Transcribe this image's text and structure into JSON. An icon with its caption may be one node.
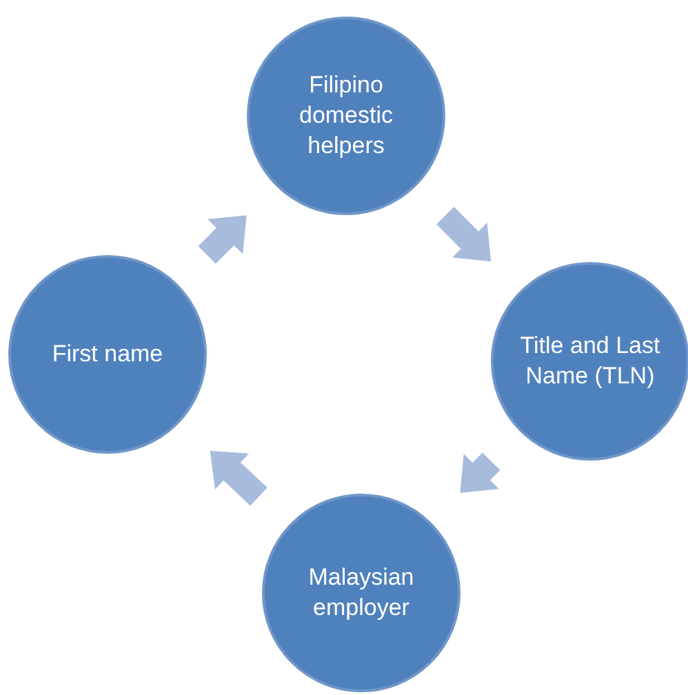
{
  "diagram": {
    "nodes": [
      {
        "text": [
          "Filipino domestic helpers"
        ]
      },
      {
        "text": [
          "Title and Last Name (TLN)"
        ]
      },
      {
        "text": [
          "Malaysian employer"
        ]
      },
      {
        "text": [
          "First name"
        ]
      }
    ],
    "edges": [
      {
        "from": 3,
        "to": 0,
        "arrow": "to"
      },
      {
        "from": 0,
        "to": 1,
        "arrow": "to"
      },
      {
        "from": 1,
        "to": 2,
        "arrow": "to"
      },
      {
        "from": 2,
        "to": 3,
        "arrow": "to"
      }
    ]
  }
}
